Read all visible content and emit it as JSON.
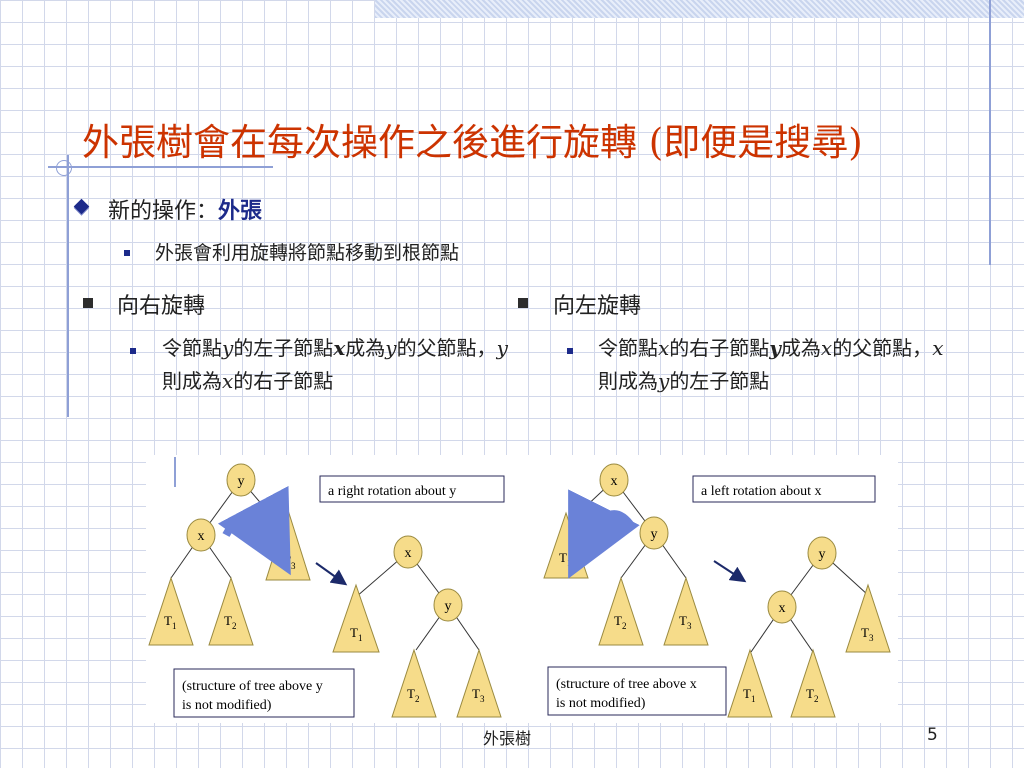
{
  "slide": {
    "title": "外張樹會在每次操作之後進行旋轉 (即便是搜尋)",
    "bullet1_prefix": "新的操作：",
    "bullet1_emph": "外張",
    "bullet1_sub": "外張會利用旋轉將節點移動到根節點",
    "footer": "外張樹",
    "page_number": "5"
  },
  "left": {
    "heading": "向右旋轉",
    "t1": "令節點",
    "v1": "y",
    "t2": "的左子節點",
    "v2": "x",
    "t3": "成為",
    "v3": "y",
    "t4": "的父節點，",
    "v4": "y",
    "t5": "則成為",
    "v5": "x",
    "t6": "的右子節點"
  },
  "right": {
    "heading": "向左旋轉",
    "t1": "令節點",
    "v1": "x",
    "t2": "的右子節點",
    "v2": "y",
    "t3": "成為",
    "v3": "x",
    "t4": "的父節點，",
    "v4": "x",
    "t5": "則成為",
    "v5": "y",
    "t6": "的左子節點"
  },
  "figure": {
    "right_label": "a right rotation about y",
    "left_label": "a left rotation about x",
    "note_line1_right": "(structure of tree above y",
    "note_line1_left": "(structure of tree above x",
    "note_line2": "is not modified)",
    "node_x": "x",
    "node_y": "y",
    "tree_T": "T",
    "sub_1": "1",
    "sub_2": "2",
    "sub_3": "3",
    "colors": {
      "node_fill": "#f6dc8a",
      "node_stroke": "#9a8a40",
      "arrow_curve": "#6a82d8",
      "arrow_dark": "#1c2a6a"
    }
  }
}
